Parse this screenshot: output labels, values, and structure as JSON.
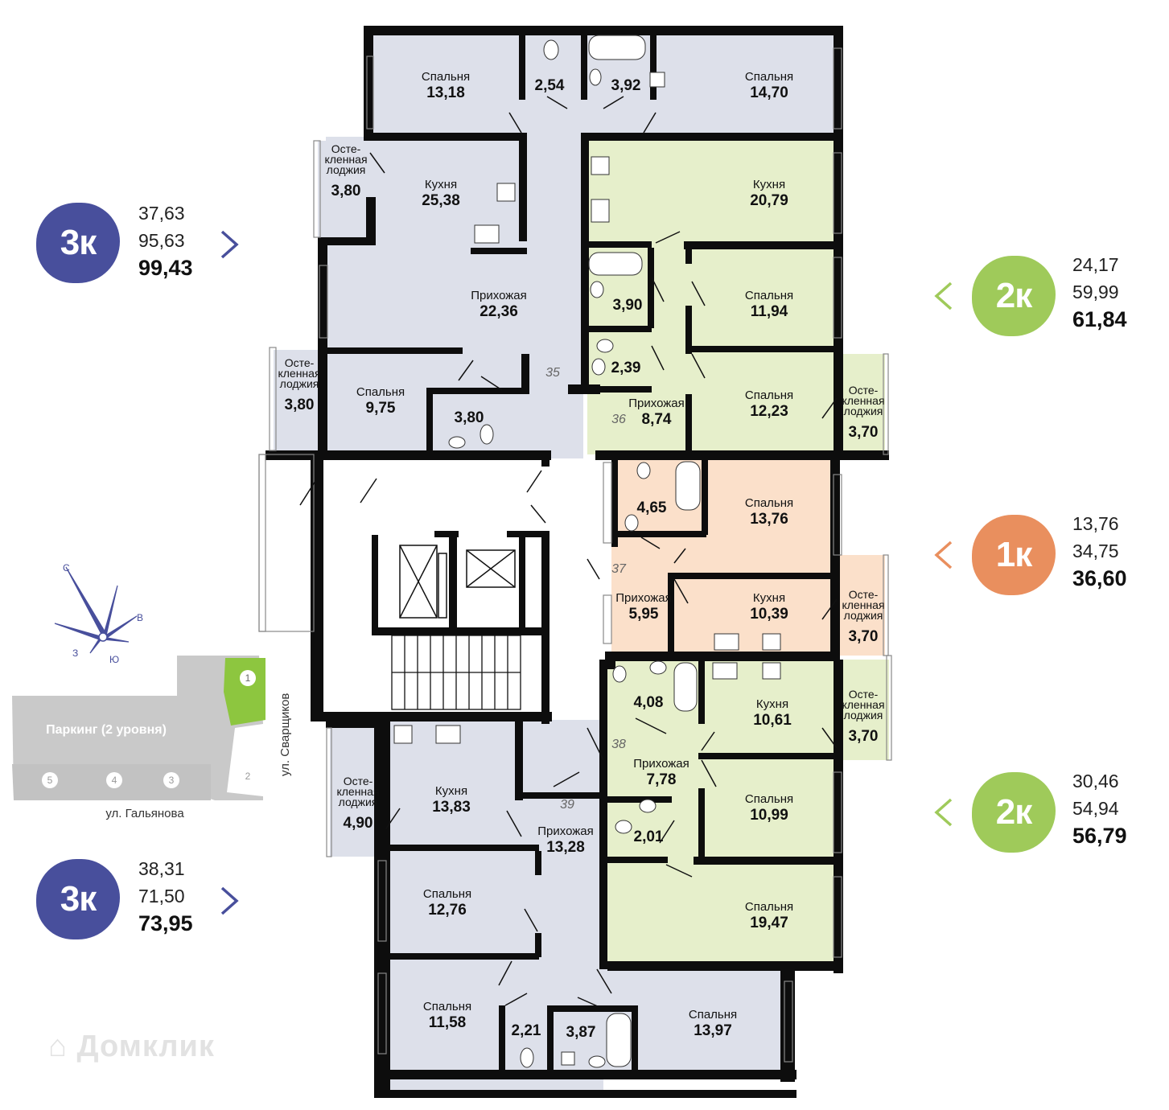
{
  "colors": {
    "apt_3k": "#dde0ea",
    "apt_2k": "#e6efcb",
    "apt_1k": "#fbe0ca",
    "wall": "#0d0d0d",
    "badge_3k": "#484f9c",
    "badge_2k": "#9fca5a",
    "badge_1k": "#e98f5e",
    "common": "#ffffff"
  },
  "legend": [
    {
      "id": "leg1",
      "rooms": "3к",
      "v1": "37,63",
      "v2": "95,63",
      "total": "99,43",
      "color": "#484f9c",
      "chevron": "right"
    },
    {
      "id": "leg2",
      "rooms": "2к",
      "v1": "24,17",
      "v2": "59,99",
      "total": "61,84",
      "color": "#9fca5a",
      "chevron": "left"
    },
    {
      "id": "leg3",
      "rooms": "1к",
      "v1": "13,76",
      "v2": "34,75",
      "total": "36,60",
      "color": "#e98f5e",
      "chevron": "left"
    },
    {
      "id": "leg4",
      "rooms": "2к",
      "v1": "30,46",
      "v2": "54,94",
      "total": "56,79",
      "color": "#9fca5a",
      "chevron": "left"
    },
    {
      "id": "leg5",
      "rooms": "3к",
      "v1": "38,31",
      "v2": "71,50",
      "total": "73,95",
      "color": "#484f9c",
      "chevron": "right"
    }
  ],
  "apartments": [
    "35",
    "36",
    "37",
    "38",
    "39"
  ],
  "rooms": [
    {
      "id": "r1",
      "name": "Спальня",
      "area": "13,18"
    },
    {
      "id": "r2",
      "name": "",
      "area": "2,54"
    },
    {
      "id": "r3",
      "name": "",
      "area": "3,92"
    },
    {
      "id": "r4",
      "name": "Спальня",
      "area": "14,70"
    },
    {
      "id": "r5",
      "name": "Кухня",
      "area": "25,38"
    },
    {
      "id": "r6",
      "name": "Прихожая",
      "area": "22,36"
    },
    {
      "id": "r7",
      "name": "Спальня",
      "area": "9,75"
    },
    {
      "id": "r8",
      "name": "",
      "area": "3,80"
    },
    {
      "id": "r9",
      "name": "Кухня",
      "area": "20,79"
    },
    {
      "id": "r10",
      "name": "",
      "area": "3,90"
    },
    {
      "id": "r11",
      "name": "Спальня",
      "area": "11,94"
    },
    {
      "id": "r12",
      "name": "",
      "area": "2,39"
    },
    {
      "id": "r13",
      "name": "Прихожая",
      "area": "8,74"
    },
    {
      "id": "r14",
      "name": "Спальня",
      "area": "12,23"
    },
    {
      "id": "r15",
      "name": "",
      "area": "4,65"
    },
    {
      "id": "r16",
      "name": "Спальня",
      "area": "13,76"
    },
    {
      "id": "r17",
      "name": "Прихожая",
      "area": "5,95"
    },
    {
      "id": "r18",
      "name": "Кухня",
      "area": "10,39"
    },
    {
      "id": "r19",
      "name": "",
      "area": "4,08"
    },
    {
      "id": "r20",
      "name": "Кухня",
      "area": "10,61"
    },
    {
      "id": "r21",
      "name": "Прихожая",
      "area": "7,78"
    },
    {
      "id": "r22",
      "name": "Спальня",
      "area": "10,99"
    },
    {
      "id": "r23",
      "name": "",
      "area": "2,01"
    },
    {
      "id": "r24",
      "name": "Спальня",
      "area": "19,47"
    },
    {
      "id": "r25",
      "name": "Кухня",
      "area": "13,83"
    },
    {
      "id": "r26",
      "name": "Прихожая",
      "area": "13,28"
    },
    {
      "id": "r27",
      "name": "Спальня",
      "area": "12,76"
    },
    {
      "id": "r28",
      "name": "Спальня",
      "area": "11,58"
    },
    {
      "id": "r29",
      "name": "",
      "area": "2,21"
    },
    {
      "id": "r30",
      "name": "",
      "area": "3,87"
    },
    {
      "id": "r31",
      "name": "Спальня",
      "area": "13,97"
    }
  ],
  "loggias": [
    {
      "id": "l1",
      "l1": "Осте-",
      "l2": "кленная",
      "l3": "лоджия",
      "area": "3,80"
    },
    {
      "id": "l2",
      "l1": "Осте-",
      "l2": "кленная",
      "l3": "лоджия",
      "area": "3,80"
    },
    {
      "id": "l3",
      "l1": "Осте-",
      "l2": "кленная",
      "l3": "лоджия",
      "area": "3,70"
    },
    {
      "id": "l4",
      "l1": "Осте-",
      "l2": "кленная",
      "l3": "лоджия",
      "area": "3,70"
    },
    {
      "id": "l5",
      "l1": "Осте-",
      "l2": "кленная",
      "l3": "лоджия",
      "area": "3,70"
    },
    {
      "id": "l6",
      "l1": "Осте-",
      "l2": "кленная",
      "l3": "лоджия",
      "area": "4,90"
    }
  ],
  "compass": {
    "n": "С",
    "e": "В",
    "w": "З",
    "s": "Ю"
  },
  "site": {
    "parking": "Паркинг (2 уровня)",
    "street_bottom": "ул. Гальянова",
    "street_side": "ул. Сварщиков",
    "buildings": [
      "1",
      "2",
      "3",
      "4",
      "5"
    ]
  },
  "watermark": "Домклик"
}
